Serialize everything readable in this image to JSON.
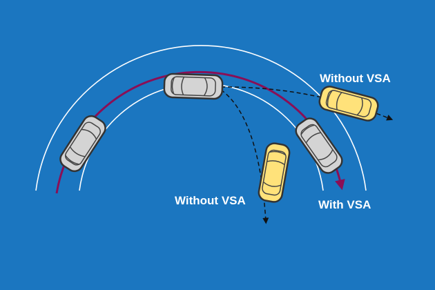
{
  "labels": {
    "without_vsa_top": "Without VSA",
    "without_vsa_bottom": "Without VSA",
    "with_vsa": "With VSA"
  },
  "colors": {
    "background": "#1b76c0",
    "road_edge": "#ffffff",
    "vsa_path": "#8a0f56",
    "gray_car": "#d4d4d4",
    "yellow_car": "#ffe27a",
    "dashed_path": "#111111"
  }
}
